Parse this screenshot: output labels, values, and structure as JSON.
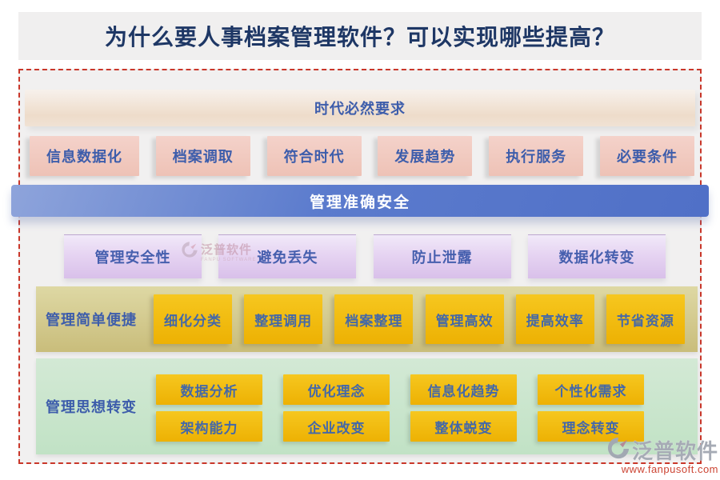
{
  "title": "为什么要人事档案管理软件？可以实现哪些提高？",
  "sections": {
    "era": {
      "banner": "时代必然要求",
      "items": [
        "信息数据化",
        "档案调取",
        "符合时代",
        "发展趋势",
        "执行服务",
        "必要条件"
      ]
    },
    "management": {
      "banner": "管理准确安全",
      "items": [
        "管理安全性",
        "避免丢失",
        "防止泄露",
        "数据化转变"
      ]
    },
    "simple": {
      "label": "管理简单便捷",
      "items": [
        "细化分类",
        "整理调用",
        "档案整理",
        "管理高效",
        "提高效率",
        "节省资源"
      ]
    },
    "mindset": {
      "label": "管理思想转变",
      "rows": [
        [
          "数据分析",
          "优化理念",
          "信息化趋势",
          "个性化需求"
        ],
        [
          "架构能力",
          "企业改变",
          "整体蜕变",
          "理念转变"
        ]
      ]
    }
  },
  "watermark": {
    "brand": "泛普软件",
    "brand_en": "FANPU SOFTWARE",
    "url": "www.fanpusoft.com"
  },
  "colors": {
    "title_text": "#1e3765",
    "box_text_blue": "#3d5dab",
    "dashed_border": "#c9372a",
    "blue_banner": "#5b7bcd",
    "peach_banner": "#eedcca",
    "pink_box": "#f0c8bd",
    "purple_box": "#e3cdef",
    "olive_bg": "#d4cb90",
    "yellow_box": "#f1bb10",
    "green_bg": "#cae6cd",
    "watermark_gray": "#a6abb5",
    "watermark_url": "#cc4433"
  }
}
